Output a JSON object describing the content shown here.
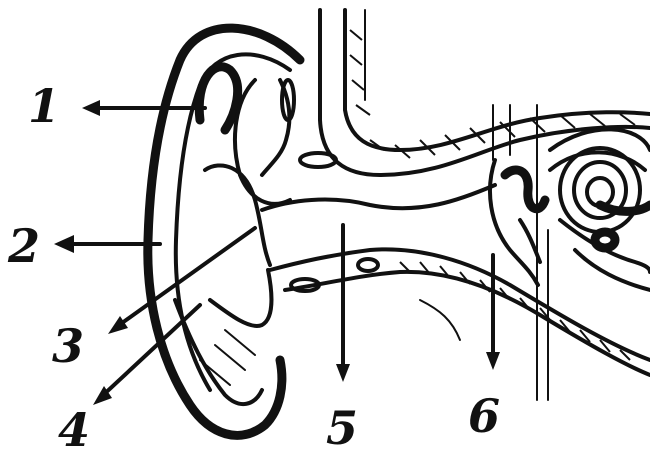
{
  "labels": [
    {
      "id": "1",
      "text": "1"
    },
    {
      "id": "2",
      "text": "2"
    },
    {
      "id": "3",
      "text": "3"
    },
    {
      "id": "4",
      "text": "4"
    },
    {
      "id": "5",
      "text": "5"
    },
    {
      "id": "6",
      "text": "6"
    }
  ],
  "colors": {
    "ink": "#111111",
    "paper": "#ffffff"
  }
}
